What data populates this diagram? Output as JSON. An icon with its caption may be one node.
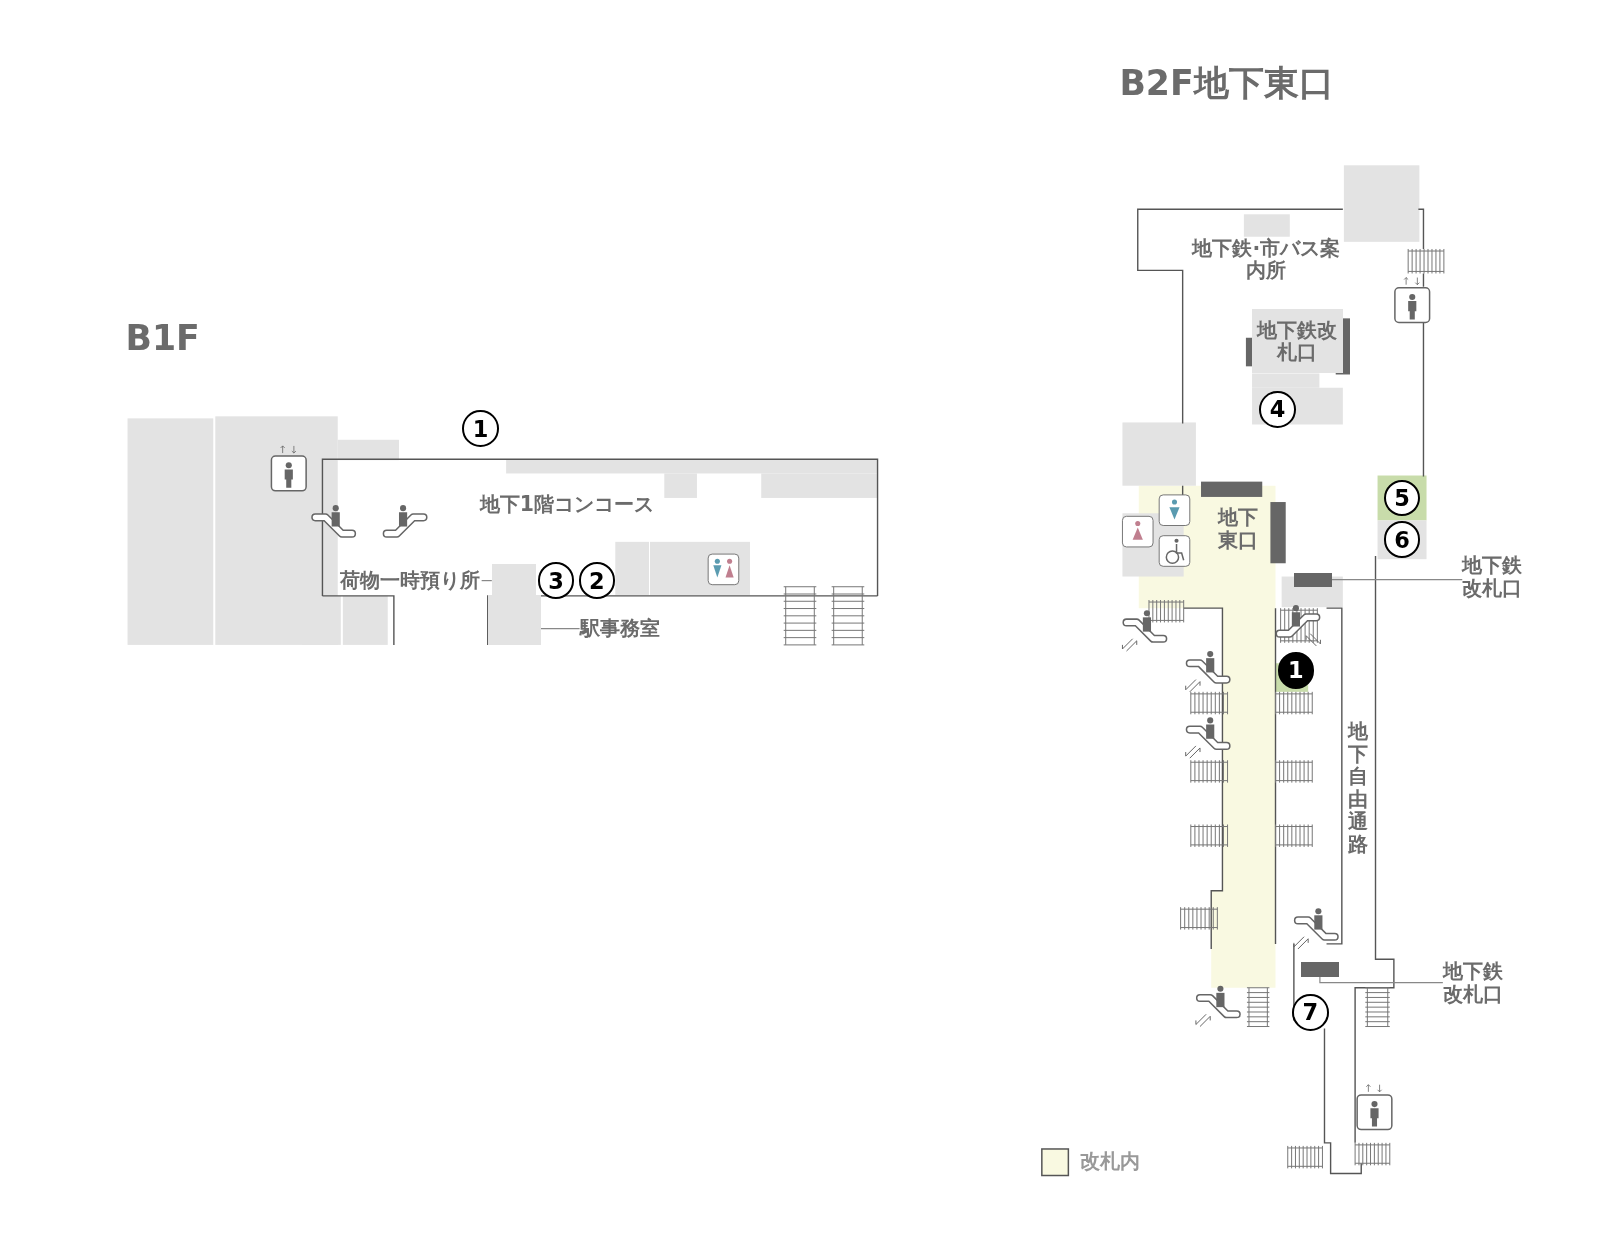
{
  "diagram": {
    "nodes": [
      {
        "text": [
          "荷物一時預り所"
        ]
      },
      {
        "text": [],
        "shape": "box"
      },
      {
        "text": [
          "駅事務室"
        ]
      },
      {
        "text": [],
        "shape": "box"
      },
      {
        "text": [
          "地下鉄改札口"
        ]
      },
      {
        "text": [],
        "shape": "bar"
      },
      {
        "text": [
          "地下鉄改札口"
        ]
      },
      {
        "text": [],
        "shape": "bar"
      },
      {
        "text": [
          "地下鉄改札口"
        ]
      }
    ],
    "edges": [
      {
        "from": 0,
        "to": 1,
        "arrow": "none"
      },
      {
        "from": 2,
        "to": 3,
        "arrow": "none"
      },
      {
        "from": 4,
        "to": 5,
        "arrow": "none"
      },
      {
        "from": 6,
        "to": 7,
        "arrow": "none"
      }
    ],
    "labels": [
      "B1F",
      "1",
      "地下1階コンコース",
      "3",
      "2",
      "B2F地下東口",
      "地下鉄·市バス案内所",
      "4",
      "地下東口",
      "5",
      "6",
      "1",
      "地下自由通路",
      "7"
    ],
    "legend": [
      {
        "text": "改札内",
        "color": "#f9f9e1"
      }
    ]
  }
}
